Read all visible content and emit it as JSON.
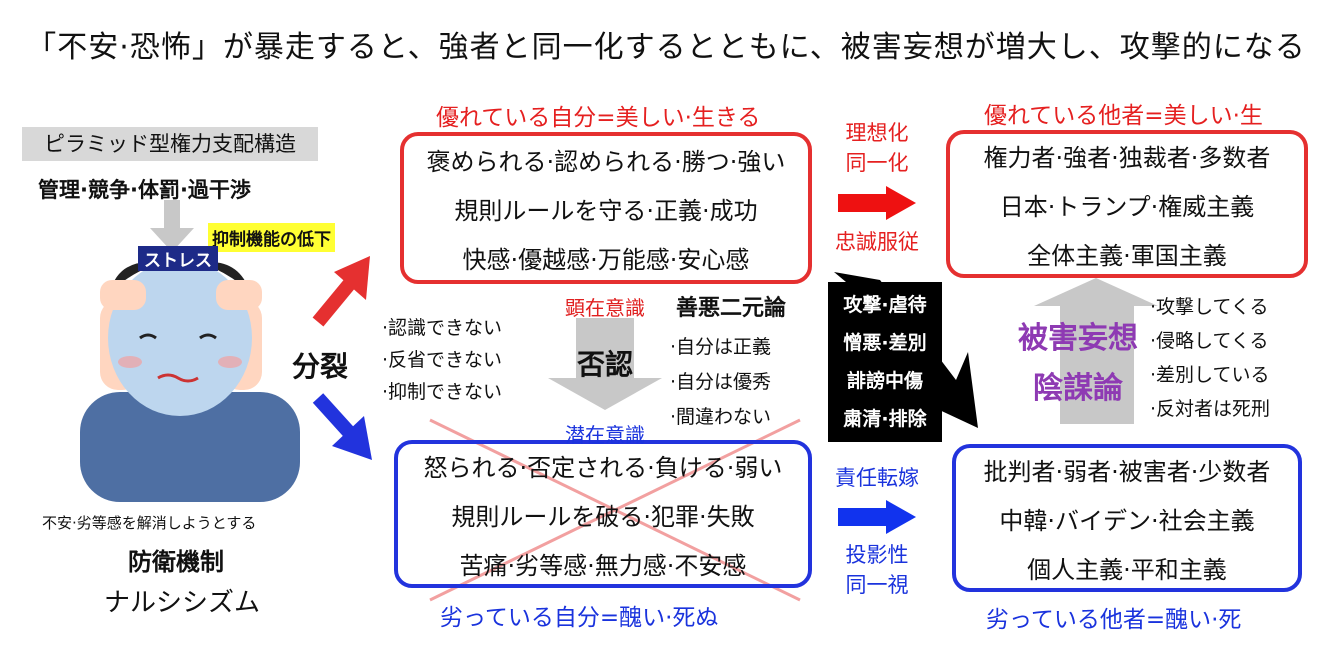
{
  "title": "「不安·恐怖」が暴走すると、強者と同一化するとともに、被害妄想が増大し、攻撃的になる",
  "left": {
    "pyramid_label": "ピラミッド型権力支配構造",
    "pyramid_sub": "管理·競争·体罰·過干渉",
    "stress": "ストレス",
    "inhibit": "抑制機能の低下",
    "anxiety": "不安·劣等感を解消しようとする",
    "defense": "防衛機制",
    "narcissism": "ナルシシズム"
  },
  "split": {
    "label": "分裂",
    "items": [
      "·認識できない",
      "·反省できない",
      "·抑制できない"
    ]
  },
  "self_superior": {
    "caption": "優れている自分=美しい·生きる",
    "lines": [
      "褒められる·認められる·勝つ·強い",
      "規則ルールを守る·正義·成功",
      "快感·優越感·万能感·安心感"
    ]
  },
  "self_inferior": {
    "caption": "劣っている自分=醜い·死ぬ",
    "lines": [
      "怒られる·否定される·負ける·弱い",
      "規則ルールを破る·犯罪·失敗",
      "苦痛·劣等感·無力感·不安感"
    ]
  },
  "middle": {
    "conscious": "顕在意識",
    "denial": "否認",
    "subconscious": "潜在意識"
  },
  "dualism": {
    "title": "善悪二元論",
    "items": [
      "·自分は正義",
      "·自分は優秀",
      "·間違わない"
    ]
  },
  "attack": {
    "words": [
      "攻撃·虐待",
      "憎悪·差別",
      "誹謗中傷",
      "粛清·排除"
    ]
  },
  "idealize": {
    "lines": [
      "理想化",
      "同一化"
    ],
    "bottom": "忠誠服従"
  },
  "projection": {
    "top": "責任転嫁",
    "lines": [
      "投影性",
      "同一視"
    ]
  },
  "other_superior": {
    "caption": "優れている他者=美しい·生",
    "lines": [
      "権力者·強者·独裁者·多数者",
      "日本·トランプ·権威主義",
      "全体主義·軍国主義"
    ]
  },
  "other_inferior": {
    "caption": "劣っている他者=醜い·死",
    "lines": [
      "批判者·弱者·被害者·少数者",
      "中韓·バイデン·社会主義",
      "個人主義·平和主義"
    ]
  },
  "victim": {
    "title": [
      "被害妄想",
      "陰謀論"
    ],
    "items": [
      "·攻撃してくる",
      "·侵略してくる",
      "·差別している",
      "·反対者は死刑"
    ]
  },
  "colors": {
    "red": "#e53030",
    "blue": "#2233dd",
    "purple": "#8e3ab3",
    "gray": "#c8c8c8"
  }
}
